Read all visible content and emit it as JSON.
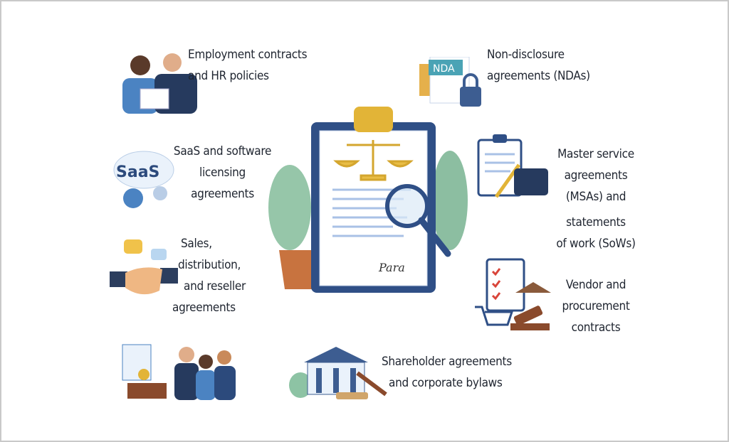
{
  "center": {
    "signature": "Para"
  },
  "items": [
    {
      "id": "employment",
      "lines": [
        "Employment contracts",
        "and HR policies"
      ]
    },
    {
      "id": "nda",
      "lines": [
        "Non-disclosure",
        "agreements (NDAs)"
      ],
      "logo_text": "NDA"
    },
    {
      "id": "saas",
      "lines": [
        "SaaS and software",
        "licensing",
        "agreements"
      ],
      "logo_text": "SaaS"
    },
    {
      "id": "msa",
      "lines": [
        "Master service",
        "agreements",
        "(MSAs) and",
        "statements",
        "of work (SoWs)"
      ]
    },
    {
      "id": "sales",
      "lines": [
        "Sales,",
        "distribution,",
        "and reseller",
        "agreements"
      ]
    },
    {
      "id": "vendor",
      "lines": [
        "Vendor and",
        "procurement",
        "contracts"
      ]
    },
    {
      "id": "shareholder",
      "lines": [
        "Shareholder agreements",
        "and corporate bylaws"
      ]
    }
  ],
  "colors": {
    "navy": "#2c4a7c",
    "gold": "#e2b437",
    "leaf": "#6fae8a",
    "text": "#1f2530"
  }
}
